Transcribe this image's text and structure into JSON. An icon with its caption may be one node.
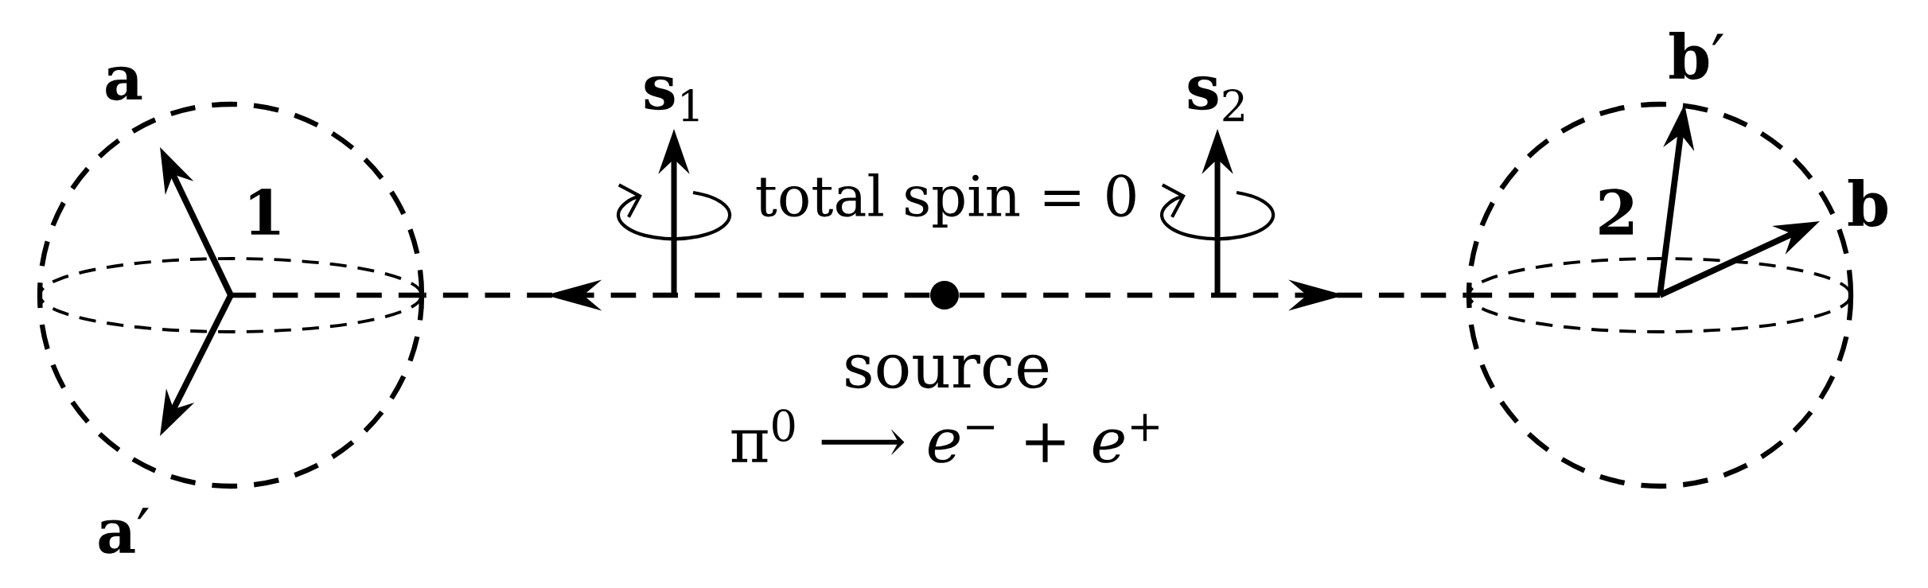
{
  "diagram": {
    "nodes": [
      {
        "text": [
          "1"
        ]
      },
      {
        "text": [],
        "shape": "circle",
        "beside": [
          "source",
          "π$^{0}$ ⟶ *e*$^{−}$ + *e*$^{+}$"
        ]
      },
      {
        "text": [
          "2"
        ]
      }
    ],
    "edges": [
      {
        "from": 1,
        "to": 0,
        "arrow": "to",
        "style": "dashed"
      },
      {
        "from": 1,
        "to": 2,
        "arrow": "to",
        "style": "dashed"
      }
    ],
    "labels": [
      "**b**′",
      "a",
      "**s**$_{1}$",
      "**s**$_{2}$",
      "total spin = 0",
      "b",
      "**a**′"
    ]
  }
}
